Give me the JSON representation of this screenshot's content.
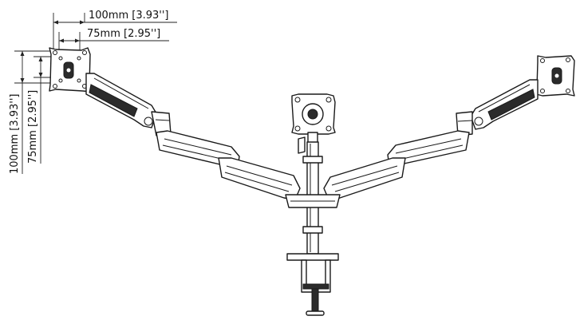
{
  "dimensions": {
    "top_outer": "100mm [3.93'']",
    "top_inner": "75mm [2.95'']",
    "left_outer": "100mm [3.93'']",
    "left_inner": "75mm [2.95'']"
  },
  "colors": {
    "stroke": "#1a1a1a",
    "fill": "#ffffff",
    "accent_dark": "#2b2b2b"
  }
}
